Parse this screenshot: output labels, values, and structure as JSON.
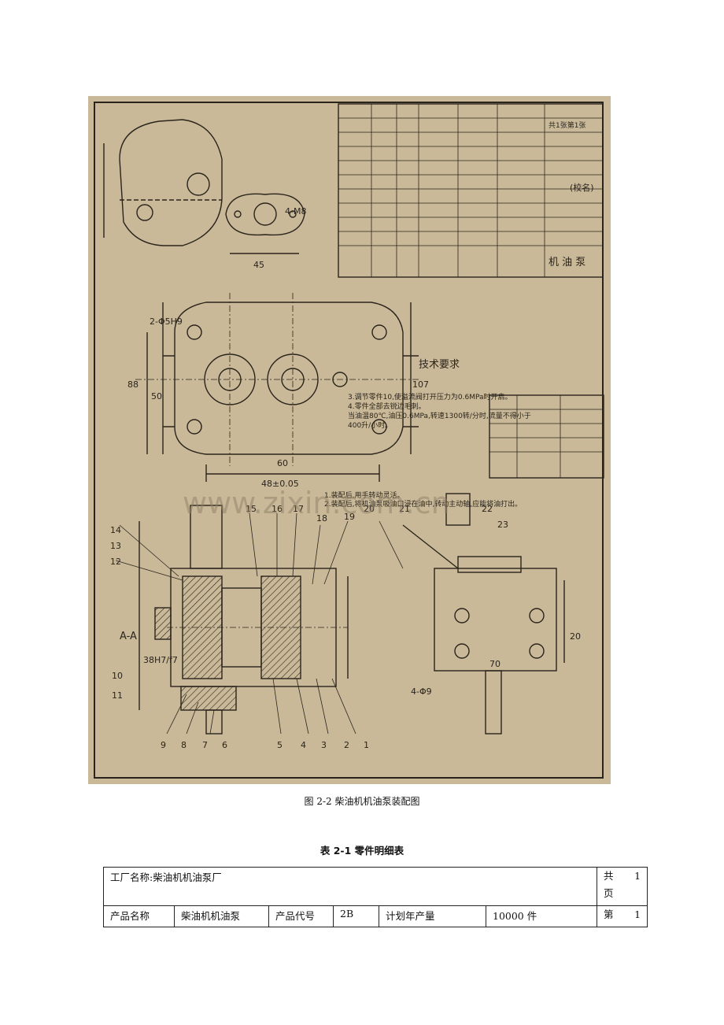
{
  "figure": {
    "caption": "图 2-2 柴油机机油泵装配图",
    "drawing_labels": {
      "section_aa": "A-A",
      "part_numbers": [
        "14",
        "13",
        "12",
        "15",
        "16",
        "17",
        "18",
        "19",
        "20",
        "21",
        "22",
        "23",
        "10",
        "11",
        "9",
        "8",
        "7",
        "6",
        "5",
        "4",
        "3",
        "2",
        "1"
      ],
      "dims": [
        "45",
        "88",
        "50",
        "107",
        "60",
        "48±0.05",
        "4-M8",
        "2-Φ5H9",
        "38H7/f7",
        "20",
        "70",
        "4-Φ9"
      ],
      "tech_title": "技术要求",
      "tech_lines": [
        "1.装配后,用手转动灵活。",
        "2.装配后,将机油泵吸油口浸在油中,转动主动轴,应能将油打出。",
        "3.调节零件10,使溢流阀打开压力为0.6MPa时开启。",
        "4.零件全部去锐边毛刺。",
        "当油温80℃,油压0.6MPa,转速1300转/分时,流量不得小于",
        "400升/小时。"
      ],
      "title_block": [
        "机 油 泵",
        "(校名)",
        "共1张第1张"
      ],
      "watermark": "www.zixin.com.cn"
    }
  },
  "table": {
    "caption": "表 2-1 零件明细表",
    "factory_label": "工厂名称:",
    "factory_value": "柴油机机油泵厂",
    "total_label": "共",
    "total_value": "1",
    "page_label": "页",
    "product_name_label": "产品名称",
    "product_name_value": "柴油机机油泵",
    "product_code_label": "产品代号",
    "product_code_value": "2B",
    "plan_label": "计划年产量",
    "plan_value": "10000 件",
    "seq_label": "第",
    "seq_value": "1"
  },
  "colors": {
    "paper": "#c9b998",
    "ink": "#2a241c"
  }
}
